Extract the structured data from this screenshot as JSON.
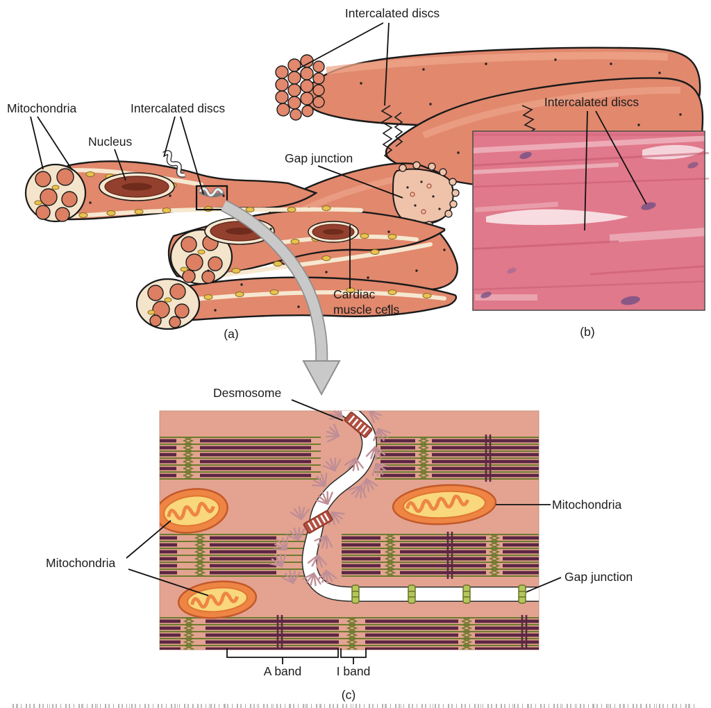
{
  "figure": {
    "panel_a": {
      "caption": "(a)",
      "labels": {
        "intercalated_discs_top": "Intercalated discs",
        "mitochondria": "Mitochondria",
        "nucleus": "Nucleus",
        "intercalated_discs": "Intercalated discs",
        "gap_junction": "Gap junction",
        "cardiac_line1": "Cardiac",
        "cardiac_line2": "muscle cells"
      }
    },
    "panel_b": {
      "caption": "(b)",
      "labels": {
        "intercalated_discs": "Intercalated discs"
      }
    },
    "panel_c": {
      "caption": "(c)",
      "labels": {
        "desmosome": "Desmosome",
        "mitochondria_left": "Mitochondria",
        "mitochondria_right": "Mitochondria",
        "gap_junction": "Gap junction",
        "a_band": "A band",
        "i_band": "I band"
      }
    }
  },
  "colors": {
    "cell_salmon": "#e1886d",
    "cell_shade": "#eda58a",
    "cut_face_cream": "#f3e4cb",
    "bundle_salmon": "#dd7f62",
    "nucleus_brown": "#93402e",
    "nucleus_inner": "#6f2b1c",
    "small_mitochondria_yellow": "#e9c251",
    "panel_c_background": "#e3a390",
    "myosin_maroon": "#5c2743",
    "actin_green": "#6e7a2e",
    "mitochondria_orange": "#ee8544",
    "mitochondria_matrix_yellow": "#f9d77c",
    "desmosome_red": "#b34f41",
    "fringe_rose": "#bf8e96",
    "gap_junction_green": "#b6c65a",
    "intercalated_band_white": "#ffffff",
    "micrograph_pink": "#e0798b",
    "micrograph_purple": "#6e4f85",
    "arrow_gray": "#c9c9c9",
    "label_color": "#1c1c1c"
  }
}
